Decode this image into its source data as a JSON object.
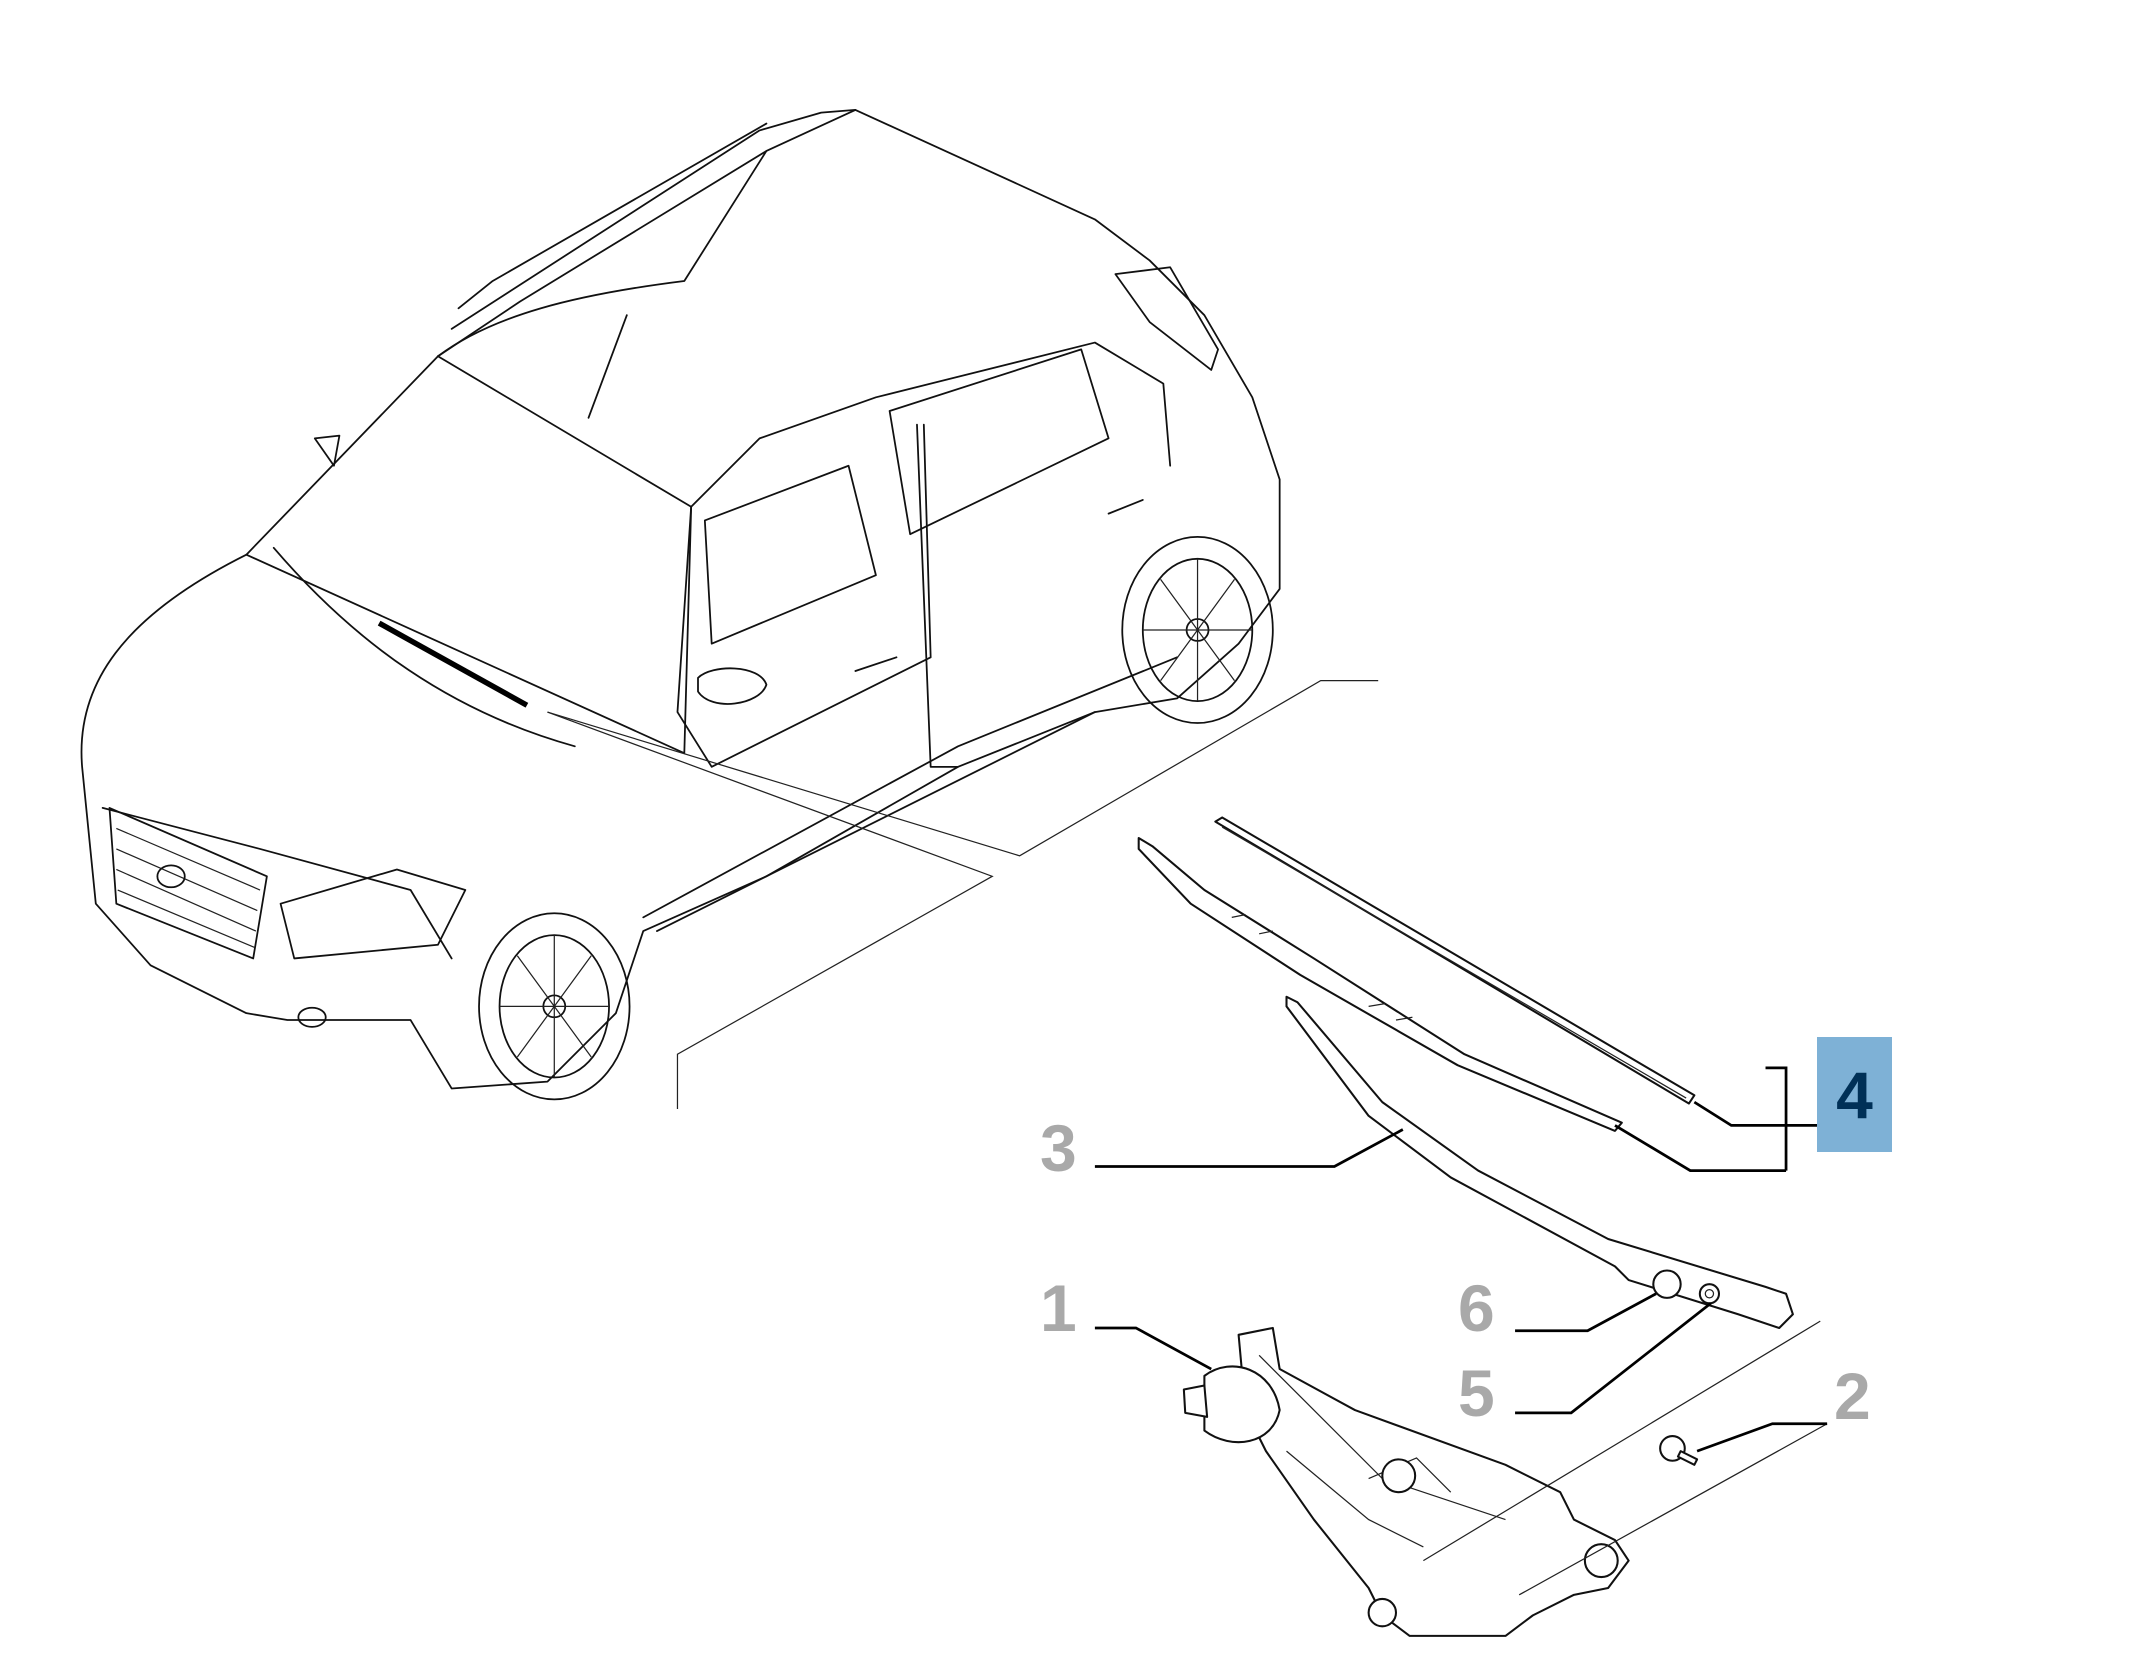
{
  "diagram": {
    "callouts": [
      {
        "number": "1"
      },
      {
        "number": "2"
      },
      {
        "number": "3"
      },
      {
        "number": "4",
        "highlighted": true
      },
      {
        "number": "5"
      },
      {
        "number": "6"
      }
    ],
    "colors": {
      "callout_text": "#a9a9a9",
      "highlight_bg": "#7eb1d6",
      "highlight_text": "#003057"
    }
  }
}
